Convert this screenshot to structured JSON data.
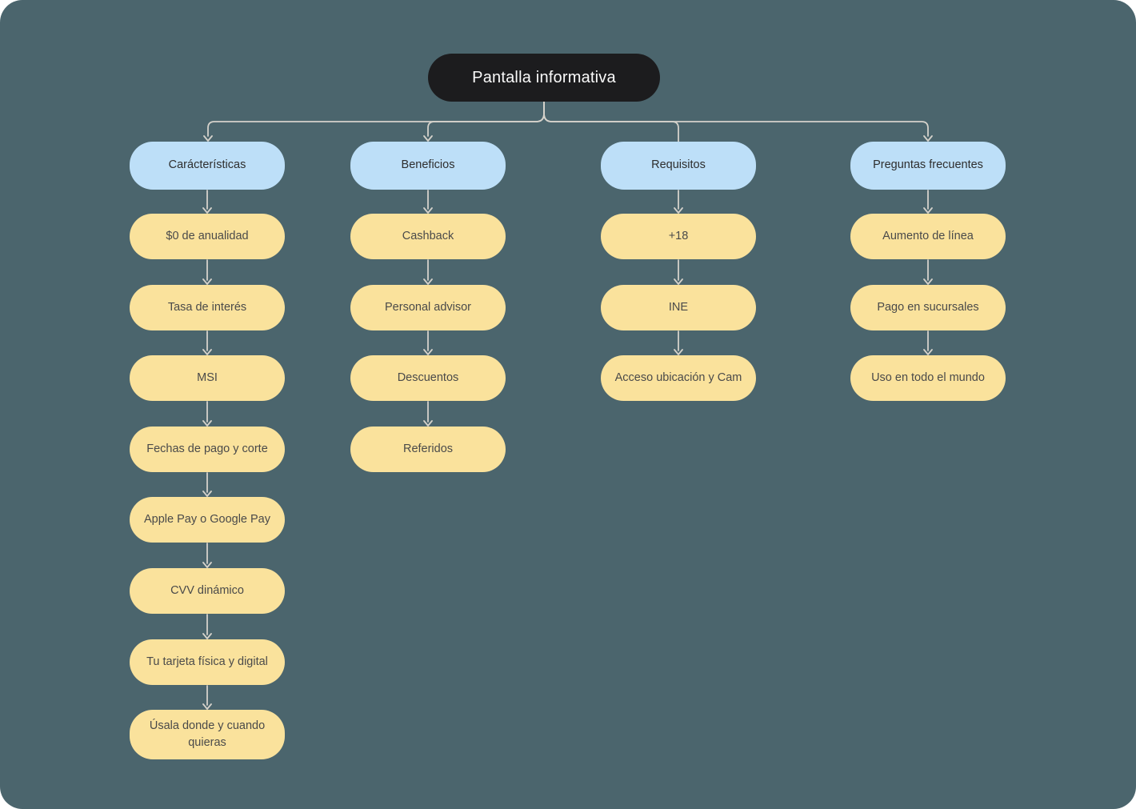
{
  "root": {
    "label": "Pantalla informativa"
  },
  "columns": [
    {
      "header": "Carácterísticas",
      "children": [
        "$0 de anualidad",
        "Tasa de interés",
        "MSI",
        "Fechas de pago y corte",
        "Apple Pay o Google Pay",
        "CVV dinámico",
        "Tu tarjeta física y digital",
        "Úsala donde y cuando quieras"
      ]
    },
    {
      "header": "Beneficios",
      "children": [
        "Cashback",
        "Personal advisor",
        "Descuentos",
        "Referidos"
      ]
    },
    {
      "header": "Requisitos",
      "children": [
        "+18",
        "INE",
        "Acceso ubicación y Cam"
      ]
    },
    {
      "header": "Preguntas frecuentes",
      "children": [
        "Aumento de línea",
        "Pago en sucursales",
        "Uso en todo el mundo"
      ]
    }
  ],
  "colors": {
    "page_bg": "#FFFFFF",
    "canvas_bg": "#4B656D",
    "root_bg": "#1C1C1E",
    "root_text": "#FAFAFA",
    "branch_bg": "#BDDFF8",
    "branch_text": "#2E2E2E",
    "leaf_bg": "#FAE29C",
    "leaf_text": "#4A4A4A",
    "connector": "#D5D2CB"
  }
}
